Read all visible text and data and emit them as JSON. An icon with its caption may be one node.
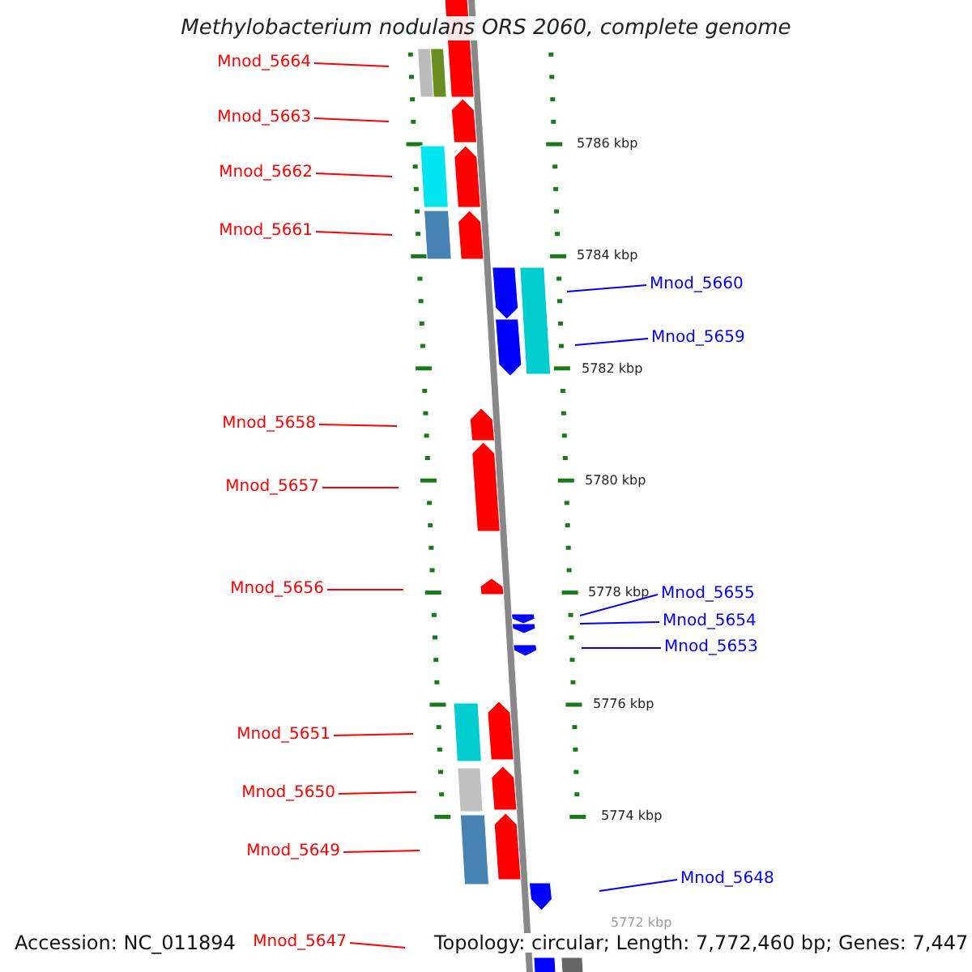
{
  "diagram": {
    "title": "Methylobacterium nodulans ORS 2060, complete genome",
    "nodes": [
      {
        "text": [
          "Mnod_5664"
        ]
      },
      {
        "text": [
          "Mnod_5663"
        ]
      },
      {
        "text": [
          "Mnod_5662"
        ]
      },
      {
        "text": [
          "Mnod_5661"
        ]
      },
      {
        "text": [
          "Mnod_5660"
        ]
      },
      {
        "text": [
          "Mnod_5659"
        ]
      },
      {
        "text": [
          "Mnod_5658"
        ]
      },
      {
        "text": [
          "Mnod_5657"
        ]
      },
      {
        "text": [
          "Mnod_5656"
        ]
      },
      {
        "text": [
          "Mnod_5655"
        ]
      },
      {
        "text": [
          "Mnod_5654"
        ]
      },
      {
        "text": [
          "Mnod_5653"
        ]
      },
      {
        "text": [
          "Mnod_5651"
        ]
      },
      {
        "text": [
          "Mnod_5650"
        ]
      },
      {
        "text": [
          "Mnod_5649"
        ]
      },
      {
        "text": [
          "Mnod_5648"
        ]
      },
      {
        "text": [
          "Mnod_5647"
        ]
      }
    ],
    "edges": [
      {
        "from": 0,
        "to": null,
        "arrow": "none"
      },
      {
        "from": 1,
        "to": null,
        "arrow": "none"
      },
      {
        "from": 2,
        "to": null,
        "arrow": "none"
      },
      {
        "from": 3,
        "to": null,
        "arrow": "none"
      },
      {
        "from": 4,
        "to": null,
        "arrow": "none",
        "color": "#0000ff"
      },
      {
        "from": 5,
        "to": null,
        "arrow": "none",
        "color": "#0000ff"
      },
      {
        "from": 6,
        "to": null,
        "arrow": "none"
      },
      {
        "from": 7,
        "to": null,
        "arrow": "none"
      },
      {
        "from": 8,
        "to": null,
        "arrow": "none"
      },
      {
        "from": 9,
        "to": null,
        "arrow": "none",
        "color": "#0000ff"
      },
      {
        "from": 10,
        "to": null,
        "arrow": "none",
        "color": "#0000ff"
      },
      {
        "from": 11,
        "to": null,
        "arrow": "none",
        "color": "#0000ff"
      },
      {
        "from": 12,
        "to": null,
        "arrow": "none"
      },
      {
        "from": 13,
        "to": null,
        "arrow": "none"
      },
      {
        "from": 14,
        "to": null,
        "arrow": "none"
      },
      {
        "from": 15,
        "to": null,
        "arrow": "none",
        "color": "#0000ff"
      },
      {
        "from": 16,
        "to": null,
        "arrow": "none"
      }
    ],
    "labels": [
      "5786 kbp",
      "5784 kbp",
      "5782 kbp",
      "5780 kbp",
      "5778 kbp",
      "5776 kbp",
      "5774 kbp",
      "5772 kbp",
      "Accession: NC_011894",
      "Topology: circular; Length: 7,772,460 bp; Genes: 7,447"
    ]
  }
}
